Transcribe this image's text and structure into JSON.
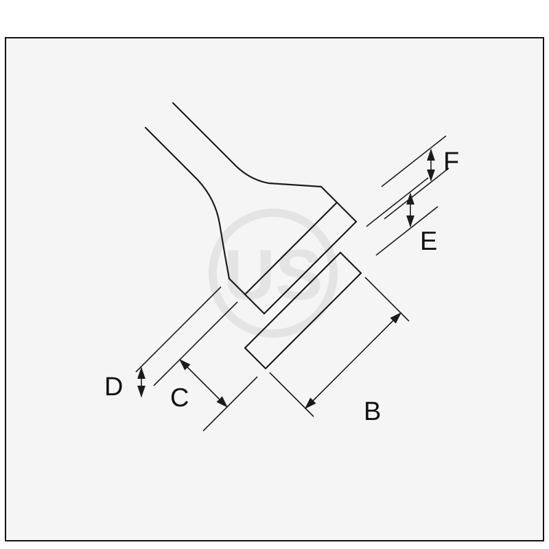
{
  "canvas": {
    "background": "#ffffff",
    "panel_fill": "#f5f5f5",
    "stroke_color": "#1c1c1c",
    "watermark_color": "#e4e4e4"
  },
  "diagram": {
    "dimension_labels": {
      "B": "B",
      "C": "C",
      "D": "D",
      "E": "E",
      "F": "F"
    },
    "watermark_text": "US"
  }
}
